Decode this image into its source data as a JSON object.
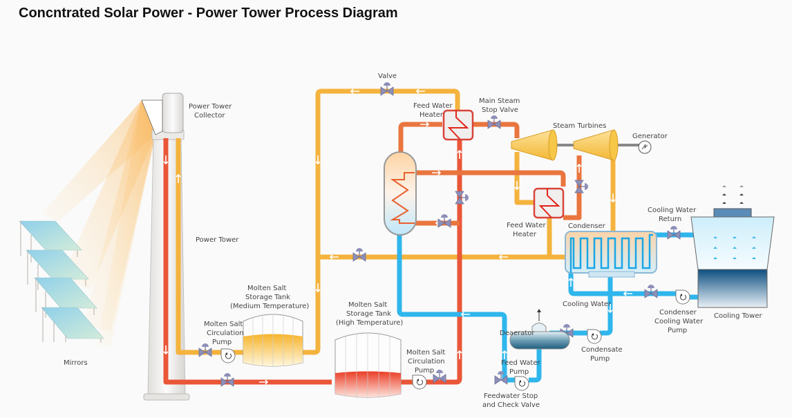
{
  "title": "Concntrated Solar Power - Power Tower Process Diagram",
  "labels": {
    "mirrors": "Mirrors",
    "collector": [
      "Power Tower",
      "Collector"
    ],
    "power_tower": "Power Tower",
    "valve_top": "Valve",
    "fwh_top": [
      "Feed Water",
      "Heater"
    ],
    "main_steam_stop": [
      "Main Steam",
      "Stop Valve"
    ],
    "steam_turbines": "Steam Turbines",
    "generator": "Generator",
    "fwh_bottom": [
      "Feed Water",
      "Heater"
    ],
    "condenser": "Condenser",
    "cooling_water_return": [
      "Cooling Water",
      "Return"
    ],
    "cooling_water": "Cooling Water",
    "condenser_pump": [
      "Condenser",
      "Cooling Water",
      "Pump"
    ],
    "cooling_tower": "Cooling Tower",
    "deaerator": "Deaerator",
    "condensate_pump": [
      "Condensate",
      "Pump"
    ],
    "feed_water_pump": [
      "Feed Water",
      "Pump"
    ],
    "feedwater_stop": [
      "Feedwater Stop",
      "and Check Valve"
    ],
    "tank_medium": [
      "Molten Salt",
      "Storage Tank",
      "(Medium Temperature)"
    ],
    "pump_medium": [
      "Molten Salt",
      "Circulation",
      "Pump"
    ],
    "tank_high": [
      "Molten Salt",
      "Storage Tank",
      "(High Temperature)"
    ],
    "pump_high": [
      "Molten Salt",
      "Circulation",
      "Pump"
    ]
  },
  "colors": {
    "hot_salt": "#ea5638",
    "medium_salt": "#f4b33d",
    "water": "#2fb6ec",
    "steam": "#e9753f"
  }
}
